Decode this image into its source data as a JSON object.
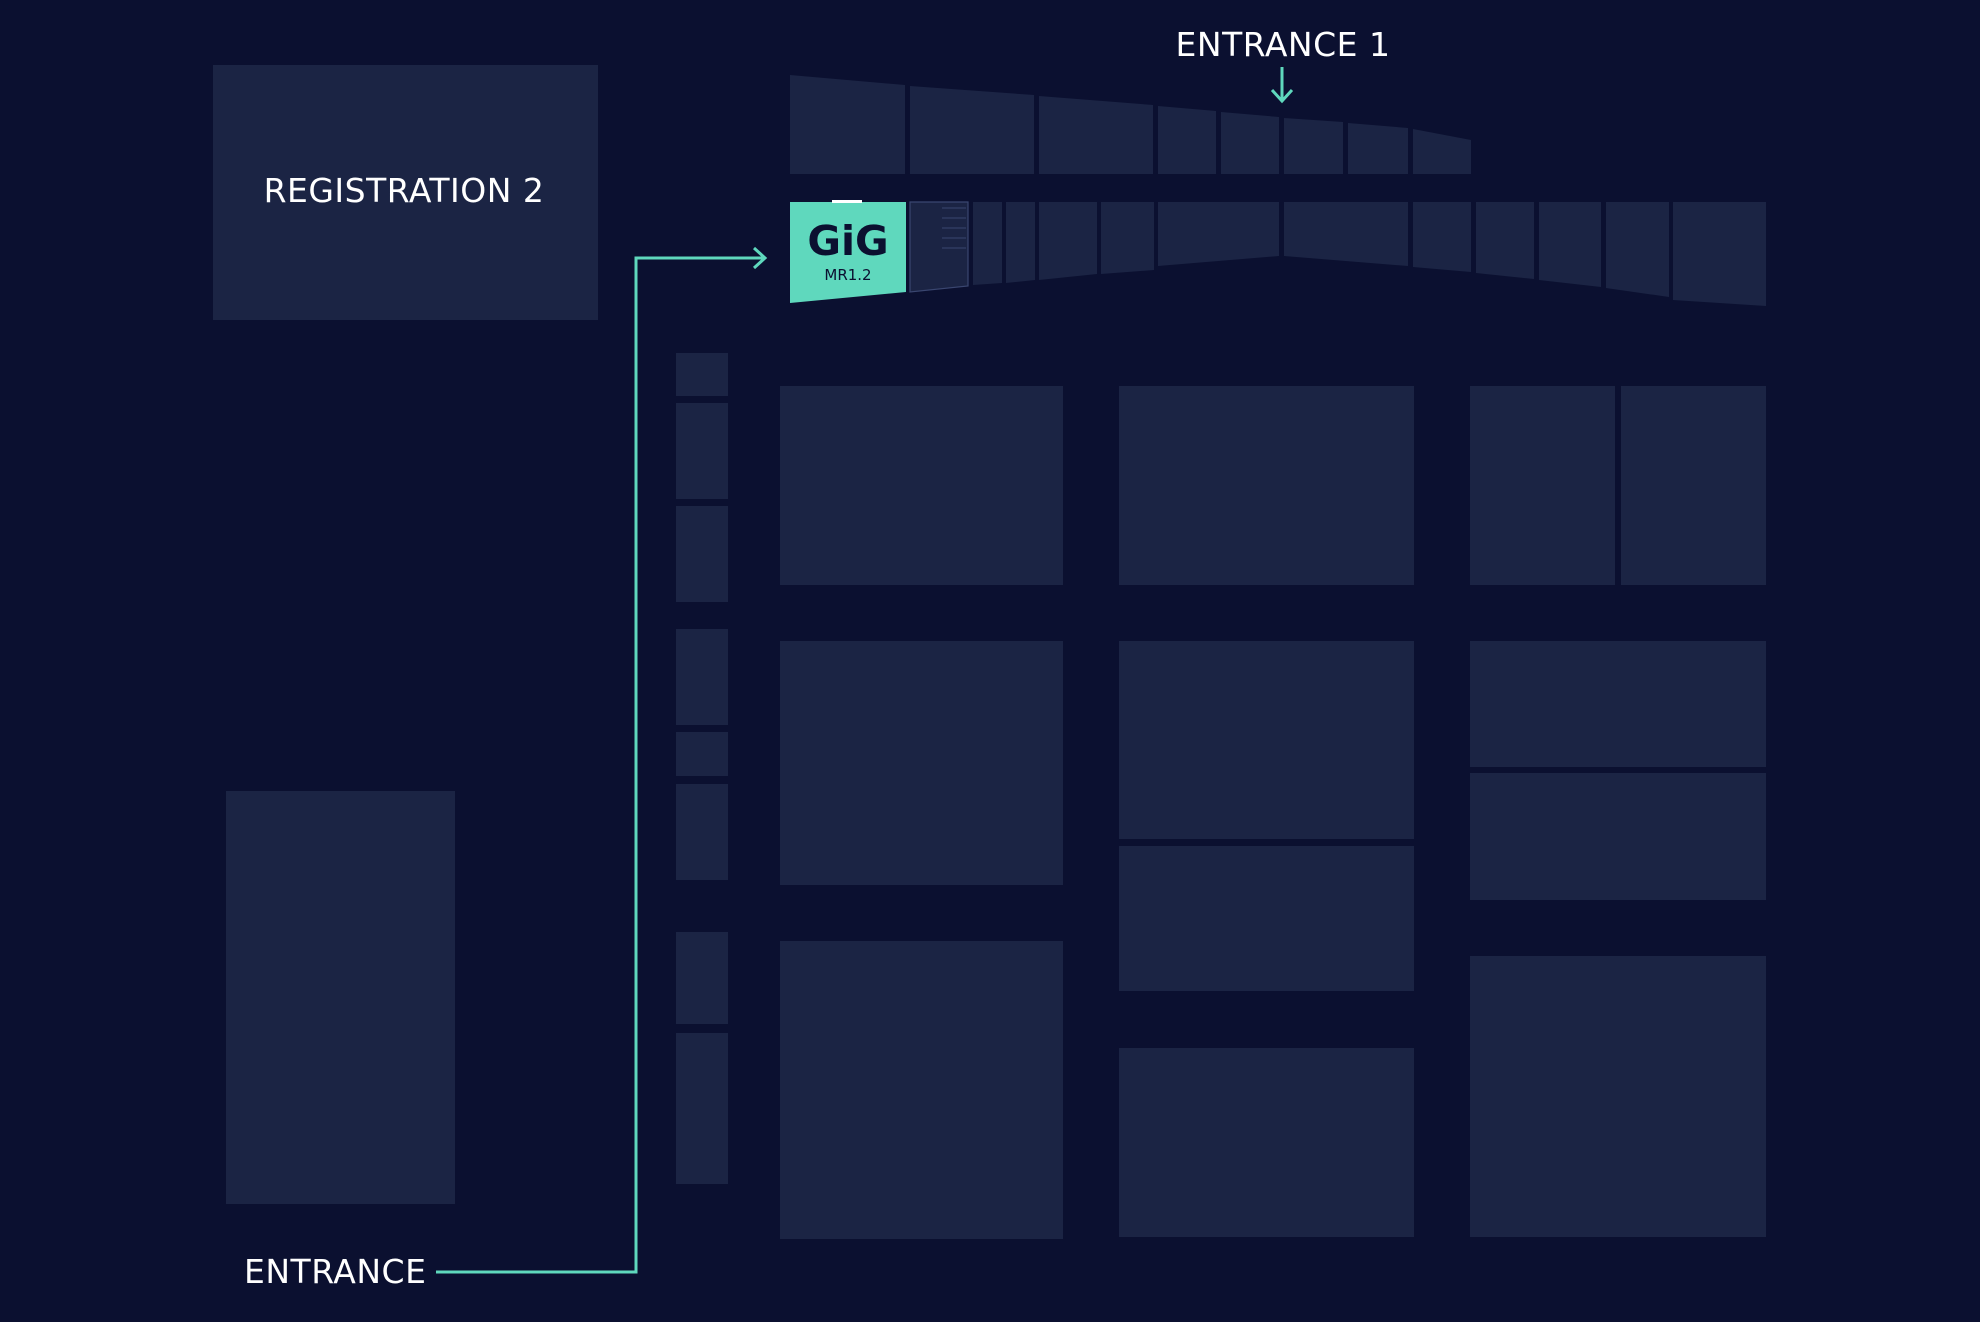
{
  "labels": {
    "registration": "REGISTRATION 2",
    "entrance_top": "ENTRANCE 1",
    "entrance_bottom": "ENTRANCE"
  },
  "highlighted_booth": {
    "logo": "GiG",
    "code": "MR1.2"
  },
  "colors": {
    "background": "#0b1030",
    "room": "#1b2444",
    "accent": "#5fd8bd",
    "text": "#ffffff"
  },
  "icons": {
    "entrance_top_marker": "arrow-down-icon",
    "route_end": "arrow-right-icon"
  }
}
